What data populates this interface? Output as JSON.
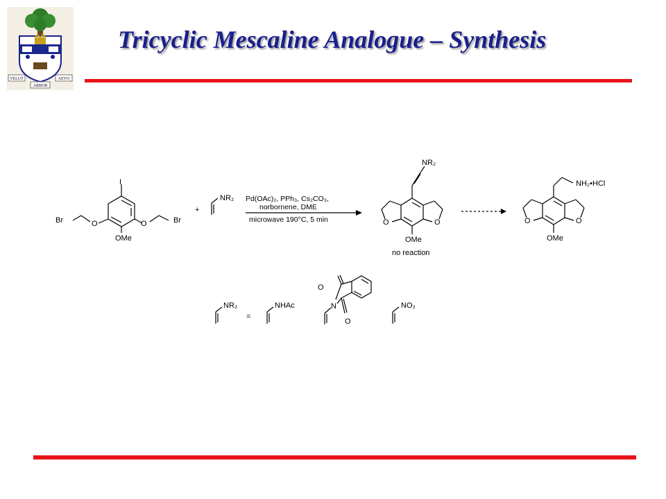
{
  "slide": {
    "title": "Tricyclic Mescaline Analogue – Synthesis",
    "accent_color": "#e8141b",
    "title_color": "#1a1f8c"
  },
  "logo": {
    "icon": "university-crest-icon",
    "motto_left": "VELUT",
    "motto_right": "AEVO",
    "motto_bottom": "ARBOR"
  },
  "scheme": {
    "reagent_1": "Pd(OAc)₂, PPh₃, Cs₂CO₃,",
    "reagent_2": "norbornene, DME",
    "conditions": "microwave 190°C, 5 min",
    "result_note": "no reaction",
    "plus": "+",
    "equals": "="
  },
  "labels": {
    "iodo": "I",
    "br_left": "Br",
    "br_right": "Br",
    "o_left": "O",
    "o_right": "O",
    "ome": "OMe",
    "nr2": "NR₂",
    "nhac": "NHAc",
    "no2": "NO₂",
    "n": "N",
    "o": "O",
    "amine_salt": "NH₂•HCl"
  }
}
